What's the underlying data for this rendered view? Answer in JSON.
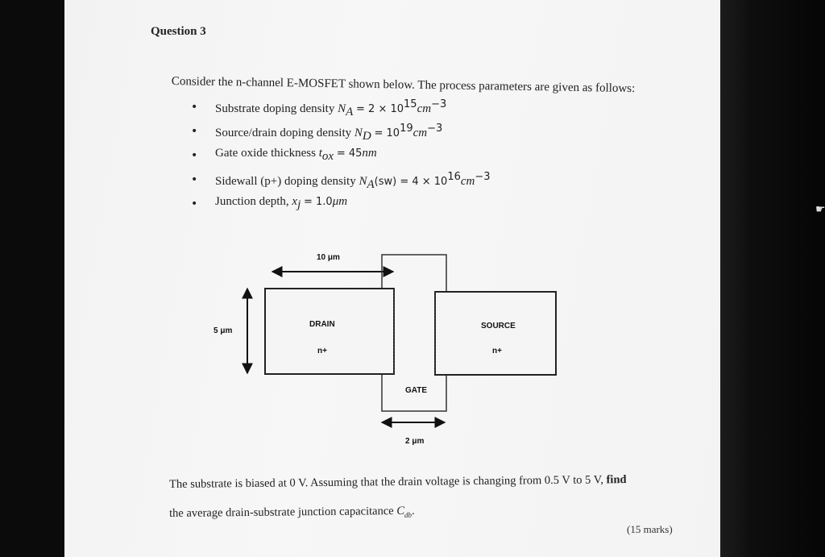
{
  "question": {
    "title": "Question 3"
  },
  "intro": "Consider the n-channel E-MOSFET shown below. The process parameters are given as follows:",
  "parameters": [
    {
      "label": "Substrate doping density",
      "symbol": "N",
      "sub": "A",
      "value": "= 2 × 10",
      "exp": "15",
      "unit": "cm",
      "unit_exp": "−3"
    },
    {
      "label": "Source/drain doping density",
      "symbol": "N",
      "sub": "D",
      "value": "= 10",
      "exp": "19",
      "unit": "cm",
      "unit_exp": "−3"
    },
    {
      "label": "Gate oxide thickness",
      "symbol": "t",
      "sub": "ox",
      "value": "= 45",
      "exp": "",
      "unit": "nm",
      "unit_exp": ""
    },
    {
      "label": "Sidewall (p+) doping density",
      "symbol": "N",
      "sub": "A",
      "value": "(sw) = 4 × 10",
      "exp": "16",
      "unit": "cm",
      "unit_exp": "−3"
    },
    {
      "label": "Junction depth,",
      "symbol": "x",
      "sub": "j",
      "value": "= 1.0",
      "exp": "",
      "unit": "μm",
      "unit_exp": ""
    }
  ],
  "diagram": {
    "width_label": "10 μm",
    "height_label": "5 μm",
    "drain_label": "DRAIN",
    "drain_type": "n+",
    "source_label": "SOURCE",
    "source_type": "n+",
    "gate_label": "GATE",
    "gate_width_label": "2 μm"
  },
  "problem": {
    "line1_a": "The substrate is biased at 0 V. Assuming that the drain voltage is changing from 0.5 V to 5 V, ",
    "line1_b": "find",
    "line2": "the average drain-substrate junction capacitance ",
    "cap_symbol": "C",
    "cap_sub": "db",
    "marks": "(15 marks)"
  }
}
